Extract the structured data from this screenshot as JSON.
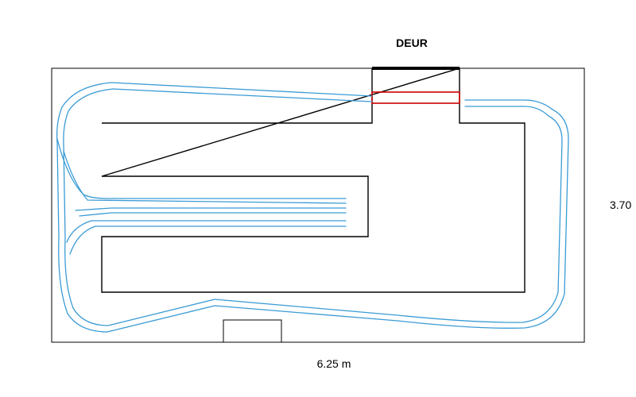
{
  "labels": {
    "door": "DEUR",
    "width": "6.25 m",
    "height": "3.70"
  },
  "colors": {
    "outline": "#000000",
    "track": "#3a9bd5",
    "door_marker": "#cc0000",
    "background": "#ffffff"
  }
}
